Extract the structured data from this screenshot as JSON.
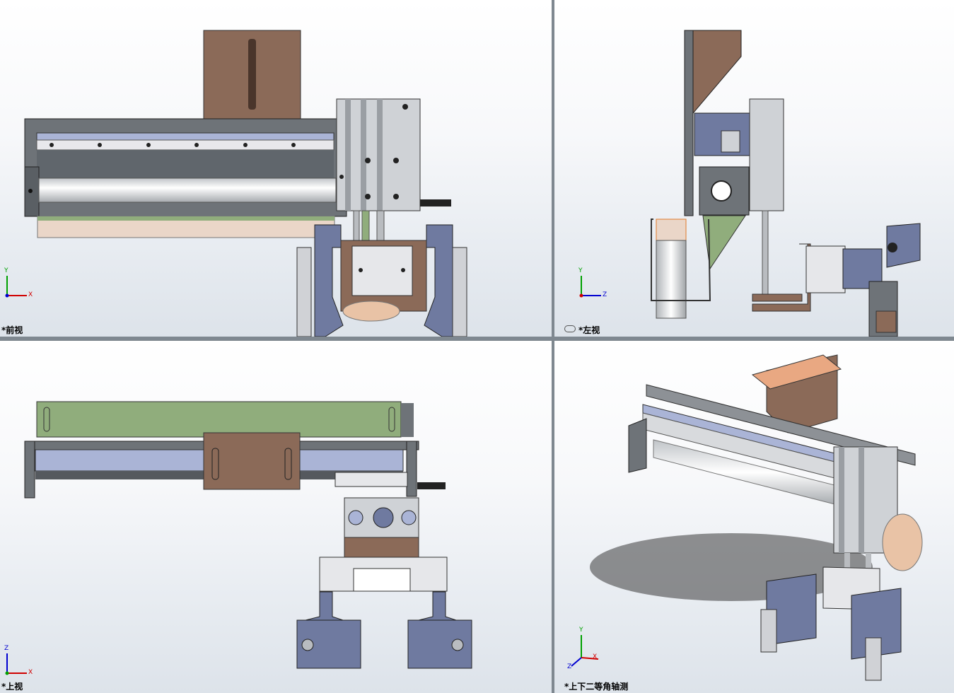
{
  "viewports": {
    "front": {
      "label": "*前视",
      "triad": {
        "y": "Y",
        "h": "X"
      }
    },
    "left": {
      "label": "*左视",
      "triad": {
        "y": "Y",
        "h": "Z"
      }
    },
    "top": {
      "label": "*上视",
      "triad": {
        "y": "Z",
        "h": "X"
      }
    },
    "iso": {
      "label": "*上下二等角轴测",
      "triad": {
        "y": "Y",
        "h": "X",
        "d": "Z"
      }
    }
  },
  "colors": {
    "frame_gray": "#6e7378",
    "rail_blue": "#aab4d6",
    "bracket_brown": "#8b6a58",
    "plate_green": "#90ad7c",
    "cylinder_silver": "#d8dadd",
    "gripper_blue": "#6f7aa0",
    "pad_peach": "#e9c3a6",
    "axis_x": "#d00000",
    "axis_y": "#00a000",
    "axis_z": "#0000d0"
  },
  "icons": [
    "view-link-icon",
    "axis-triad-icon"
  ]
}
